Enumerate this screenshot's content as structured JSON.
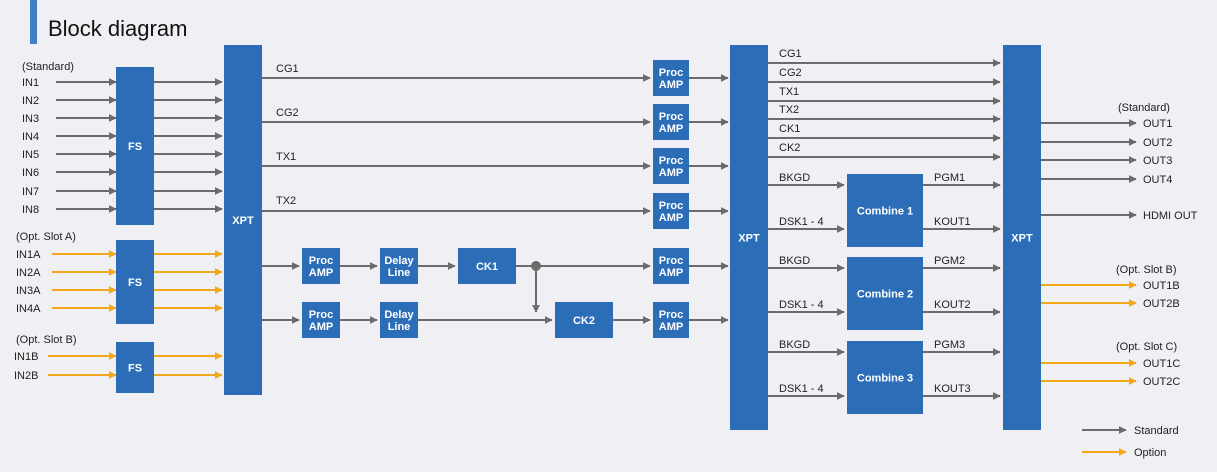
{
  "title": "Block diagram",
  "colors": {
    "block": "#2c6db8",
    "standard": "#6b6b6b",
    "option": "#f3a81c",
    "text": "#222222"
  },
  "inputs": {
    "standard_header": "(Standard)",
    "standard": [
      "IN1",
      "IN2",
      "IN3",
      "IN4",
      "IN5",
      "IN6",
      "IN7",
      "IN8"
    ],
    "slot_a_header": "(Opt. Slot A)",
    "slot_a": [
      "IN1A",
      "IN2A",
      "IN3A",
      "IN4A"
    ],
    "slot_b_header": "(Opt. Slot B)",
    "slot_b": [
      "IN1B",
      "IN2B"
    ]
  },
  "blocks": {
    "fs": "FS",
    "xpt": "XPT",
    "proc_amp": [
      "Proc",
      "AMP"
    ],
    "delay_line": [
      "Delay",
      "Line"
    ],
    "ck1": "CK1",
    "ck2": "CK2",
    "combine": [
      "Combine 1",
      "Combine 2",
      "Combine 3"
    ]
  },
  "signals": {
    "cg1": "CG1",
    "cg2": "CG2",
    "tx1": "TX1",
    "tx2": "TX2",
    "ck1": "CK1",
    "ck2": "CK2",
    "bkgd": "BKGD",
    "dsk": "DSK1 - 4",
    "pgm": [
      "PGM1",
      "PGM2",
      "PGM3"
    ],
    "kout": [
      "KOUT1",
      "KOUT2",
      "KOUT3"
    ]
  },
  "outputs": {
    "standard_header": "(Standard)",
    "standard": [
      "OUT1",
      "OUT2",
      "OUT3",
      "OUT4"
    ],
    "hdmi": "HDMI OUT",
    "slot_b_header": "(Opt. Slot B)",
    "slot_b": [
      "OUT1B",
      "OUT2B"
    ],
    "slot_c_header": "(Opt. Slot C)",
    "slot_c": [
      "OUT1C",
      "OUT2C"
    ]
  },
  "legend": {
    "standard": "Standard",
    "option": "Option"
  }
}
